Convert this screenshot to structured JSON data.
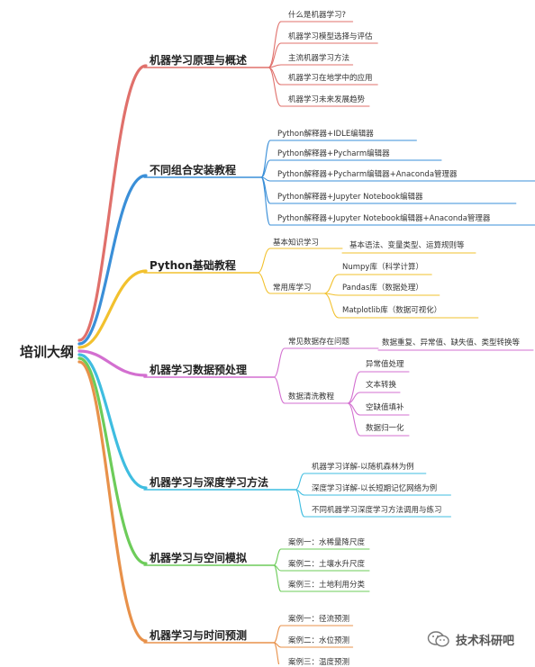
{
  "root": "培训大纲",
  "branches": [
    {
      "id": "b0",
      "label": "机器学习原理与概述",
      "color": "#e0706b",
      "items": [
        "什么是机器学习?",
        "机器学习模型选择与评估",
        "主流机器学习方法",
        "机器学习在地学中的应用",
        "机器学习未来发展趋势"
      ]
    },
    {
      "id": "b1",
      "label": "不同组合安装教程",
      "color": "#3a8fd8",
      "items": [
        "Python解释器+IDLE编辑器",
        "Python解释器+Pycharm编辑器",
        "Python解释器+Pycharm编辑器+Anaconda管理器",
        "Python解释器+Jupyter Notebook编辑器",
        "Python解释器+Jupyter Notebook编辑器+Anaconda管理器"
      ]
    },
    {
      "id": "b2",
      "label": "Python基础教程",
      "color": "#f2c12e",
      "items": [
        {
          "label": "基本知识学习",
          "detail": "基本语法、变量类型、运算规则等"
        },
        {
          "label": "常用库学习",
          "children": [
            "Numpy库（科学计算）",
            "Pandas库（数据处理）",
            "Matplotlib库（数据可视化）"
          ]
        }
      ]
    },
    {
      "id": "b3",
      "label": "机器学习数据预处理",
      "color": "#d36fd0",
      "items": [
        {
          "label": "常见数据存在问题",
          "detail": "数据重复、异常值、缺失值、类型转换等"
        },
        {
          "label": "数据清洗教程",
          "children": [
            "异常值处理",
            "文本转换",
            "空缺值填补",
            "数据归一化"
          ]
        }
      ]
    },
    {
      "id": "b4",
      "label": "机器学习与深度学习方法",
      "color": "#3fbde0",
      "items": [
        "机器学习详解-以随机森林为例",
        "深度学习详解-以长短期记忆网络为例",
        "不同机器学习深度学习方法调用与练习"
      ]
    },
    {
      "id": "b5",
      "label": "机器学习与空间模拟",
      "color": "#6dcc5a",
      "items": [
        "案例一：水稀量降尺度",
        "案例二：土壤水升尺度",
        "案例三：土地利用分类"
      ]
    },
    {
      "id": "b6",
      "label": "机器学习与时间预测",
      "color": "#e8914a",
      "items": [
        "案例一：径流预测",
        "案例二：水位预测",
        "案例三：温度预测"
      ]
    }
  ],
  "watermark": {
    "icon": "wechat-icon",
    "text": "技术科研吧"
  }
}
